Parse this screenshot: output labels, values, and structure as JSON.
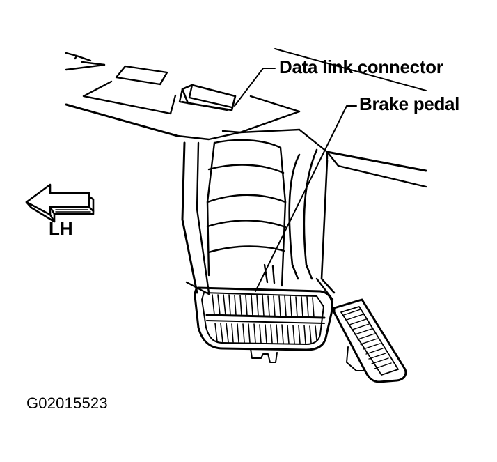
{
  "labels": {
    "data_link_connector": "Data link connector",
    "brake_pedal": "Brake pedal",
    "direction": "LH",
    "figure_code": "G02015523"
  },
  "colors": {
    "ink": "#000000",
    "paper": "#ffffff"
  },
  "icons": {
    "direction_arrow": "arrow-left-icon"
  }
}
